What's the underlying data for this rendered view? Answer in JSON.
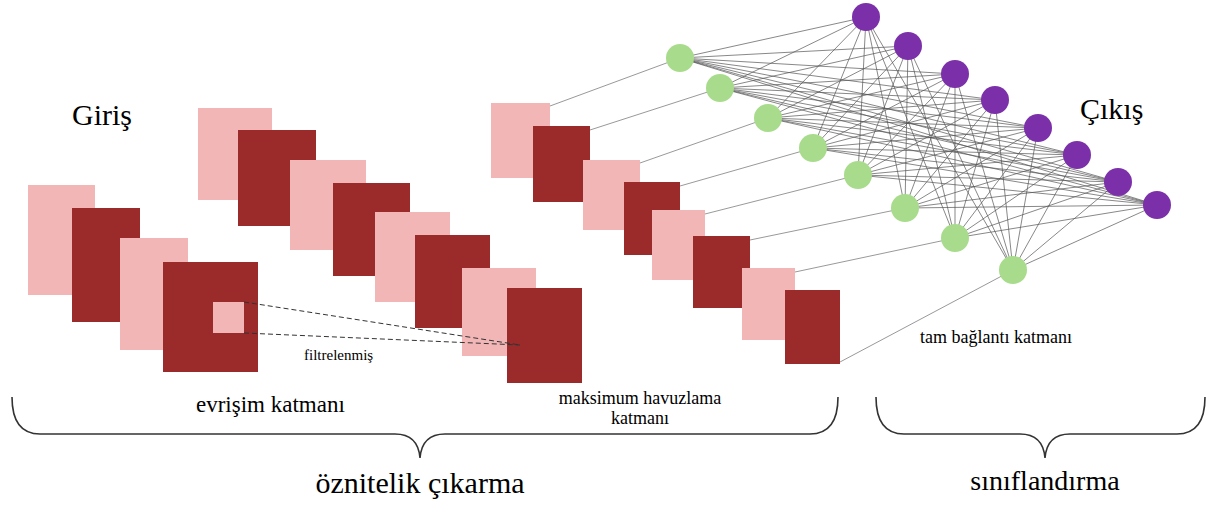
{
  "diagram": {
    "labels": [
      "Giriş",
      "Çıkış",
      "filtrelenmiş",
      "evrişim katmanı",
      "maksimum havuzlama katmanı",
      "tam bağlantı katmanı",
      "öznitelik çıkarma",
      "sınıflandırma"
    ]
  }
}
